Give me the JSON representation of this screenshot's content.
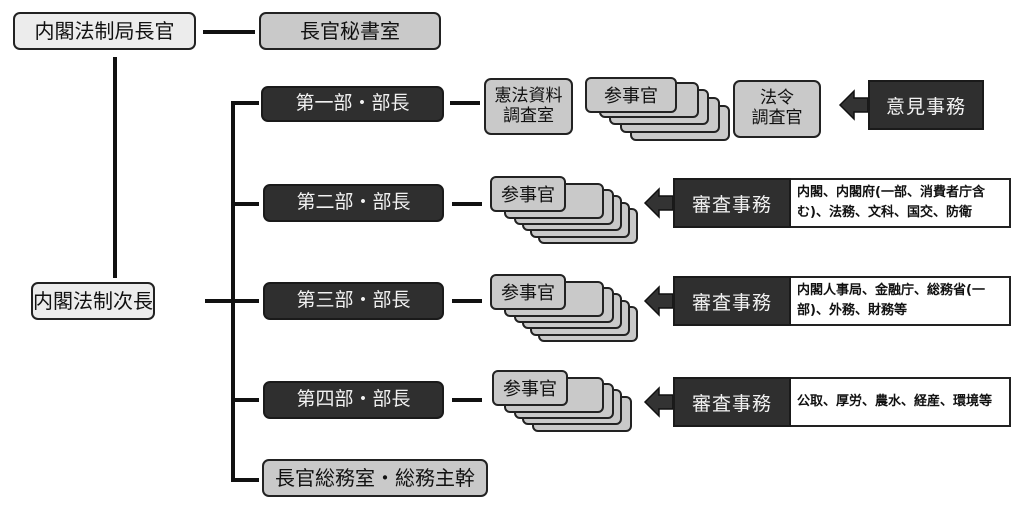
{
  "top": {
    "director_general": "内閣法制局長官",
    "secretary_office": "長官秘書室",
    "deputy": "内閣法制次長",
    "general_affairs": "長官総務室・総務主幹"
  },
  "departments": [
    {
      "head": "第一部・部長",
      "units": [
        "憲法資料\n調査室",
        "参事官",
        "法令\n調査官"
      ],
      "duty": "意見事務",
      "scope": ""
    },
    {
      "head": "第二部・部長",
      "units": [
        "参事官"
      ],
      "duty": "審査事務",
      "scope": "内閣、内閣府(一部、消費者庁含む)、法務、文科、国交、防衛"
    },
    {
      "head": "第三部・部長",
      "units": [
        "参事官"
      ],
      "duty": "審査事務",
      "scope": "内閣人事局、金融庁、総務省(一部)、外務、財務等"
    },
    {
      "head": "第四部・部長",
      "units": [
        "参事官"
      ],
      "duty": "審査事務",
      "scope": "公取、厚労、農水、経産、環境等"
    }
  ],
  "icons": {
    "duty_arrow": "left-arrow-icon"
  }
}
